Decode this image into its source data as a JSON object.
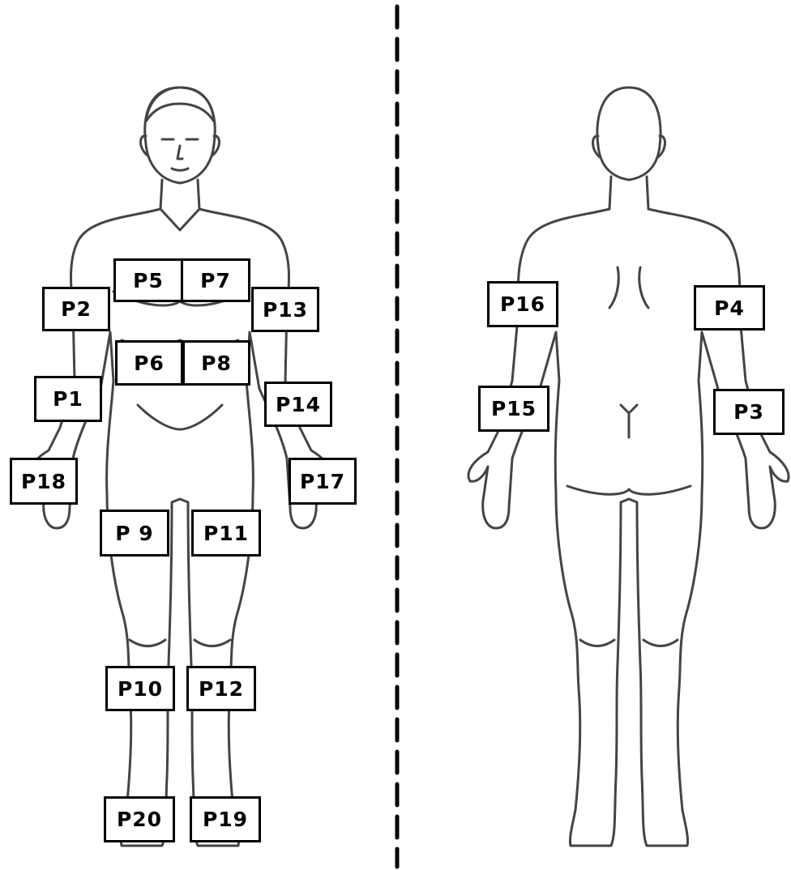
{
  "colors": {
    "outline": "#444444",
    "label_border": "#000000",
    "divider": "#000000",
    "background": "#ffffff"
  },
  "views": {
    "front": {
      "icon": "human-body-front-icon"
    },
    "back": {
      "icon": "human-body-back-icon"
    }
  },
  "labels": {
    "p1": "P1",
    "p2": "P2",
    "p3": "P3",
    "p4": "P4",
    "p5": "P5",
    "p6": "P6",
    "p7": "P7",
    "p8": "P8",
    "p9": "P 9",
    "p10": "P10",
    "p11": "P11",
    "p12": "P12",
    "p13": "P13",
    "p14": "P14",
    "p15": "P15",
    "p16": "P16",
    "p17": "P17",
    "p18": "P18",
    "p19": "P19",
    "p20": "P20"
  }
}
